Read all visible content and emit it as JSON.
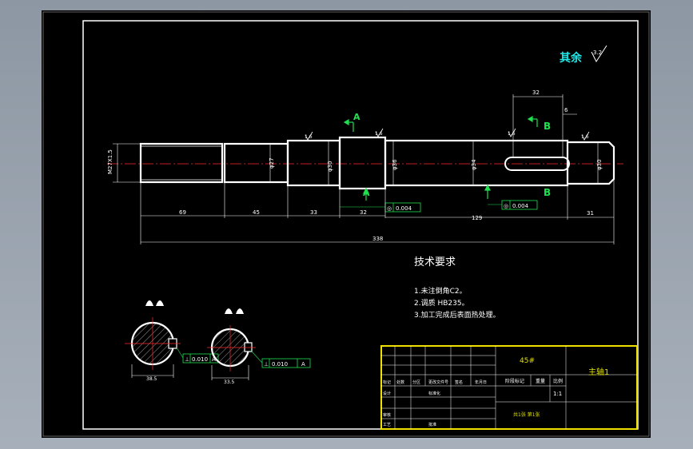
{
  "colors": {
    "outline": "#ffffff",
    "dimension": "#e0e0e0",
    "centerline": "#ff2a2a",
    "section_arrow": "#20e050",
    "title_frame": "#f0e000",
    "surface_note": "#20e8e8",
    "title_text": "#e0e000"
  },
  "surface_finish": {
    "label": "其余",
    "value": "3.2"
  },
  "section_labels": {
    "a_top": "A",
    "a_bottom": "A",
    "b_top": "B",
    "b_bottom": "B"
  },
  "roughness_marks": [
    "1.6",
    "1.6",
    "1.6",
    "1.6"
  ],
  "diameters": {
    "thread": "M27X1.5",
    "d1": "φ27",
    "d2": "φ30",
    "d3": "φ36",
    "d4": "φ34",
    "d5": "φ30"
  },
  "lengths": {
    "l1": "69",
    "l2": "45",
    "l3": "33",
    "l4": "32",
    "l5": "129",
    "l6": "31",
    "overall": "338",
    "keyway_len": "32",
    "keyway_off": "6"
  },
  "tolerances": {
    "t1_symbol": "◎",
    "t1_value": "0.004",
    "t2_symbol": "◎",
    "t2_value": "0.004",
    "t3_symbol": "⊥",
    "t3_value": "0.010",
    "t3_datum": "A",
    "t4_symbol": "⊥",
    "t4_value": "0.010",
    "t4_datum": "A"
  },
  "sections": {
    "left_width": "38.5",
    "right_width": "33.5"
  },
  "tech_requirements": {
    "title": "技术要求",
    "items": [
      "1.未注倒角C2。",
      "2.调质 HB235。",
      "3.加工完成后表面热处理。"
    ]
  },
  "title_block": {
    "material": "45#",
    "part_name": "主轴1",
    "scale_label": "比例",
    "scale_value": "1:1",
    "weight_label": "重量",
    "stage_label": "阶段标记",
    "rev_headers": [
      "标记",
      "处数",
      "分区",
      "更改文件号",
      "签名",
      "年月日"
    ],
    "row_labels": [
      "设计",
      "审核",
      "工艺"
    ],
    "std_label": "标准化",
    "approve_label": "批准",
    "sheets_text": "共1张 第1张"
  }
}
